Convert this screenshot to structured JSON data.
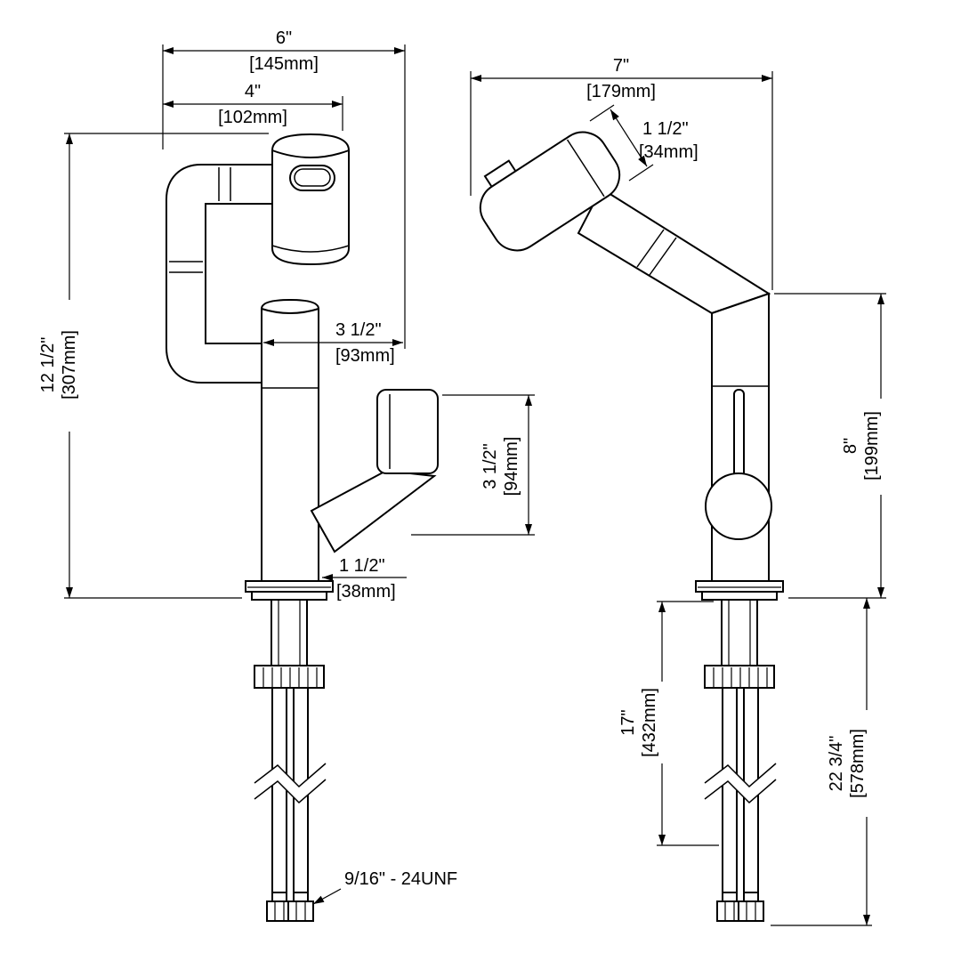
{
  "drawing": {
    "background": "#ffffff",
    "ink": "#000000",
    "subject": "pull-out faucet dimension drawing"
  },
  "front_view": {
    "overall_width": {
      "inches": "6\"",
      "mm": "[145mm]"
    },
    "spout_width": {
      "inches": "4\"",
      "mm": "[102mm]"
    },
    "overall_height": {
      "inches": "12 1/2\"",
      "mm": "[307mm]"
    },
    "spout_reach": {
      "inches": "3 1/2\"",
      "mm": "[93mm]"
    },
    "handle_height": {
      "inches": "3 1/2\"",
      "mm": "[94mm]"
    },
    "base_diameter": {
      "inches": "1 1/2\"",
      "mm": "[38mm]"
    },
    "thread_callout": "9/16\" - 24UNF"
  },
  "side_view": {
    "overall_depth": {
      "inches": "7\"",
      "mm": "[179mm]"
    },
    "spout_diameter": {
      "inches": "1 1/2\"",
      "mm": "[34mm]"
    },
    "spout_height": {
      "inches": "8\"",
      "mm": "[199mm]"
    },
    "supply_length": {
      "inches": "17\"",
      "mm": "[432mm]"
    },
    "below_counter_height": {
      "inches": "22 3/4\"",
      "mm": "[578mm]"
    }
  }
}
